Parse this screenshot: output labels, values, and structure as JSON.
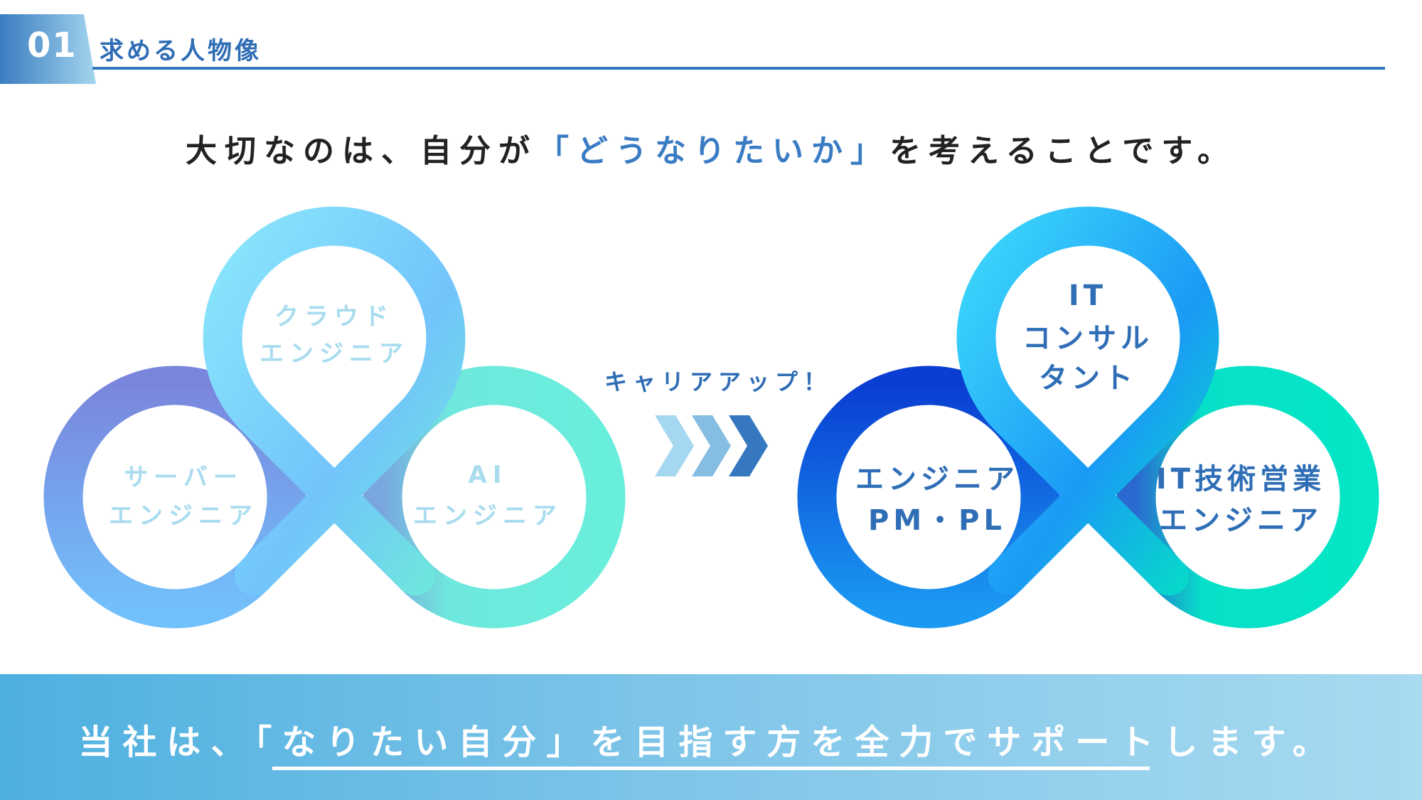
{
  "header": {
    "number": "01",
    "title": "求める人物像"
  },
  "headline": {
    "before": "大切なのは、自分が",
    "highlight": "「どうなりたいか」",
    "after": "を考えることです。"
  },
  "current_roles": {
    "top": [
      "クラウド",
      "エンジニア"
    ],
    "left": [
      "サーバー",
      "エンジニア"
    ],
    "right": [
      "AI",
      "エンジニア"
    ]
  },
  "transition": {
    "label": "キャリアアップ！"
  },
  "future_roles": {
    "top": [
      "IT",
      "コンサル",
      "タント"
    ],
    "left": [
      "エンジニア",
      "PM・PL"
    ],
    "right": [
      "IT技術営業",
      "エンジニア"
    ]
  },
  "footer": {
    "message": "当社は、「なりたい自分」を目指す方を全力でサポートします。"
  },
  "colors": {
    "accent": "#2f6db5",
    "highlight": "#3a7cc4",
    "band": "#4eb0e0"
  }
}
